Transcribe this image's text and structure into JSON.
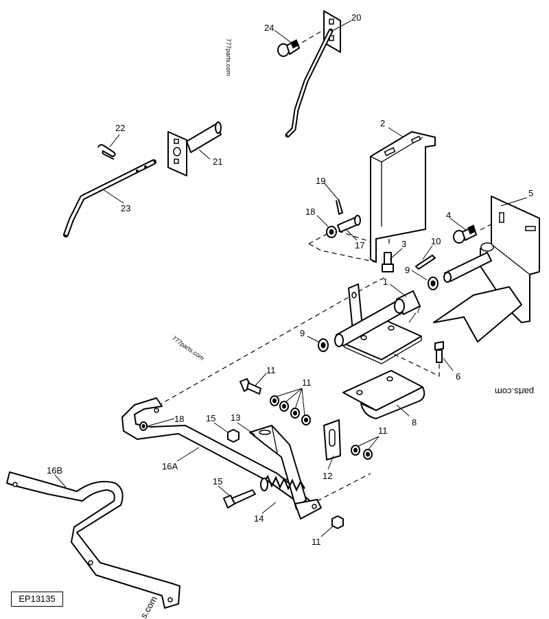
{
  "reference_code": "EP13135",
  "watermarks": [
    "777parts.com",
    "777parts.com",
    "parts.com",
    "s.com"
  ],
  "callouts": {
    "c1": "1",
    "c2": "2",
    "c3": "3",
    "c4": "4",
    "c5": "5",
    "c6": "6",
    "c7": "7",
    "c8": "8",
    "c9a": "9",
    "c9b": "9",
    "c10": "10",
    "c11a": "11",
    "c11b": "11",
    "c11c": "11",
    "c11d": "11",
    "c12": "12",
    "c13": "13",
    "c14": "14",
    "c15a": "15",
    "c15b": "15",
    "c16a": "16A",
    "c16b": "16B",
    "c17": "17",
    "c18a": "18",
    "c18b": "18",
    "c19": "19",
    "c20": "20",
    "c21": "21",
    "c22": "22",
    "c23": "23",
    "c24": "24"
  }
}
